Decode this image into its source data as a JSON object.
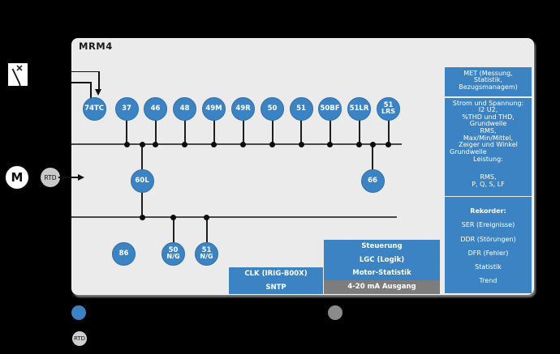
{
  "title": "MRM4",
  "colors": {
    "accent_blue": "#3c83c4",
    "panel_gray": "#ebebeb",
    "output_gray": "#7d7d7d",
    "rtd_gray": "#c9c9c9",
    "legend_gray": "#8a8a8a",
    "background": "#000000"
  },
  "external": {
    "motor": "M",
    "rtd": "RTD"
  },
  "functions": {
    "bus1": [
      {
        "label": "74TC"
      },
      {
        "label": "37"
      },
      {
        "label": "46"
      },
      {
        "label": "48"
      },
      {
        "label": "49M"
      },
      {
        "label": "49R"
      },
      {
        "label": "50"
      },
      {
        "label": "51"
      },
      {
        "label": "50BF"
      },
      {
        "label": "51LR"
      },
      {
        "label": "51",
        "label2": "LRS"
      }
    ],
    "middle": [
      {
        "label": "60L"
      },
      {
        "label": "66"
      }
    ],
    "bus2": [
      {
        "label": "86"
      },
      {
        "label": "50",
        "label2": "N/G"
      },
      {
        "label": "51",
        "label2": "N/G"
      }
    ]
  },
  "clock_box": {
    "line1": "CLK (IRIG-B00X)",
    "line2": "SNTP"
  },
  "control_box": {
    "row1": "Steuerung",
    "row2": "LGC (Logik)",
    "row3": "Motor-Statistik",
    "row4": "4-20 mA Ausgang"
  },
  "side_panel": {
    "met": {
      "line1": "MET (Messung,",
      "line2": "Statistik,",
      "line3": "Bezugsmanagem)"
    },
    "measurements": {
      "lines": [
        "Strom und Spannung:",
        "I2 U2,",
        "%THD und THD,",
        "Grundwelle",
        "RMS,",
        "Max/Min/Mittel,",
        "Zeiger und Winkel",
        "Grundwelle",
        "Leistung:",
        "",
        "RMS,",
        "P, Q, S, LF"
      ]
    },
    "recorder": {
      "title": "Rekorder:",
      "items": [
        "SER (Ereignisse)",
        "DDR (Störungen)",
        "DFR (Fehler)",
        "Statistik",
        "Trend"
      ]
    }
  },
  "legend": {
    "rtd": "RTD"
  }
}
